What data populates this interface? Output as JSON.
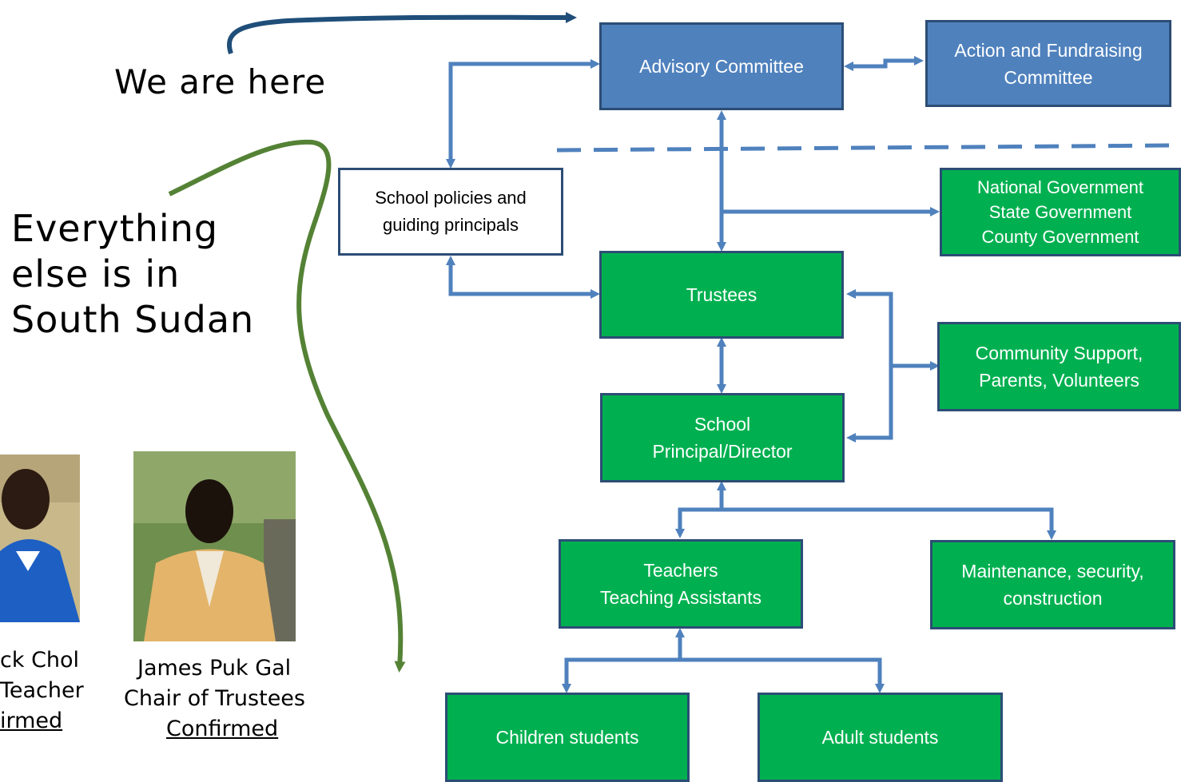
{
  "annotations": {
    "we_are_here": "We are here",
    "everything_else": "Everything\nelse is in\nSouth Sudan"
  },
  "boxes": {
    "advisory": "Advisory Committee",
    "action": "Action and Fundraising\nCommittee",
    "policies": "School policies and\nguiding principals",
    "government": "National Government\nState Government\nCounty Government",
    "trustees": "Trustees",
    "community": "Community Support,\nParents, Volunteers",
    "principal": "School\nPrincipal/Director",
    "teachers": "Teachers\nTeaching Assistants",
    "maintenance": "Maintenance, security,\nconstruction",
    "children": "Children students",
    "adults": "Adult students"
  },
  "people": [
    {
      "name_partial": "ck Chol",
      "role_partial": "Teacher",
      "status_partial": "irmed"
    },
    {
      "name": "James Puk Gal",
      "role": "Chair of Trustees",
      "status": "Confirmed"
    }
  ],
  "colors": {
    "blue_fill": "#4f81bd",
    "green_fill": "#00b050",
    "border": "#2c4d75",
    "connector": "#4f81bd",
    "green_arrow": "#548235"
  }
}
